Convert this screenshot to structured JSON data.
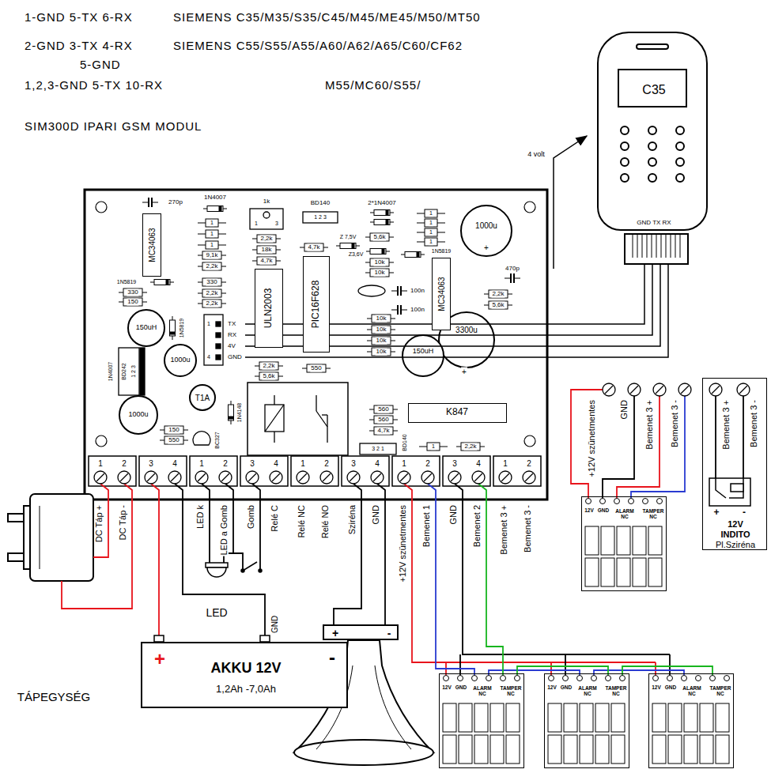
{
  "diagram": {
    "nodes": [
      {
        "text": [
          "C35",
          "GND TX RX"
        ]
      },
      {
        "text": [
          "MC34063"
        ]
      },
      {
        "text": [
          "ULN2003"
        ]
      },
      {
        "text": [
          "PIC16F628"
        ]
      },
      {
        "text": [
          "MC34063"
        ]
      },
      {
        "text": [
          "K847"
        ]
      },
      {
        "text": [
          "12V",
          "GND",
          "ALARM NC",
          "TAMPER NC"
        ]
      },
      {
        "text": [
          "Bemenet 3 +",
          "Bemenet 3 -",
          "+",
          "-",
          "12V",
          "INDITO",
          "Pl.Sziréna"
        ]
      },
      {
        "text": [
          "+",
          "AKKU 12V",
          "1,2Ah -7,0Ah",
          "-"
        ]
      },
      {
        "text": [
          "+",
          "-"
        ]
      },
      {
        "text": [
          "12V",
          "GND",
          "ALARM NC",
          "TAMPER NC"
        ]
      },
      {
        "text": [
          "12V",
          "GND",
          "ALARM NC",
          "TAMPER NC"
        ]
      },
      {
        "text": [
          "12V",
          "GND",
          "ALARM NC",
          "TAMPER NC"
        ]
      }
    ],
    "labels": [
      "1-GND 5-TX 6-RX",
      "SIEMENS C35/M35/S35/C45/M45/ME45/M50/MT50",
      "2-GND 3-TX 4-RX",
      "SIEMENS C55/S55/A55/A60/A62/A65/C60/CF62",
      "5-GND",
      "1,2,3-GND 5-TX 10-RX",
      "M55/MC60/S55/",
      "SIM300D IPARI GSM MODUL",
      "4 volt",
      "270p",
      "1N4007",
      "1",
      "1",
      "1",
      "9,1k",
      "2,2k",
      "330",
      "2,2k",
      "2,2k",
      "1N5819",
      "330",
      "150",
      "150uH",
      "1N5819",
      "1N4007",
      "BD242",
      "1 2 3",
      "1000u",
      "1000u",
      "T1A",
      "1N4148",
      "150",
      "550",
      "BC327",
      "1k",
      "1",
      "3",
      "BD140",
      "1 2 3",
      "2,2k",
      "18k",
      "4,7k",
      "4,7k",
      "Z 7,5V",
      "1",
      "4",
      "TX",
      "RX",
      "4V",
      "GND",
      "2,2k",
      "5,6k",
      "550",
      "2*1N4007",
      "5,6k",
      "Z3,6V",
      "10k",
      "10k",
      "1",
      "1",
      "1",
      "1",
      "1N5819",
      "1000u",
      "+",
      "470p",
      "2,2k",
      "5,6k",
      "100n",
      "100n",
      "10k",
      "10k",
      "10k",
      "10k",
      "3300u",
      "+",
      "150uH",
      "560",
      "560",
      "4,7k",
      "3 2 1",
      "BD140",
      "1",
      "2,2k",
      "1",
      "2",
      "3",
      "4",
      "1",
      "2",
      "3",
      "4",
      "1",
      "2",
      "3",
      "4",
      "1",
      "2",
      "3",
      "4",
      "1",
      "2",
      "DC Táp +",
      "DC Táp -",
      "LED k",
      "LED a Gomb",
      "Gomb",
      "Relé C",
      "Relé NC",
      "Relé NO",
      "Sziréna",
      "GND",
      "+12V szünetmentes",
      "Bemenet 1",
      "GND",
      "Bemenet 2",
      "Bemenet 3 +",
      "Bemenet 3 -",
      "LED",
      "GND",
      "TÁPEGYSÉG",
      "+12V szünetmentes",
      "GND",
      "Bemenet 3 +",
      "Bemenet 3 -"
    ]
  }
}
